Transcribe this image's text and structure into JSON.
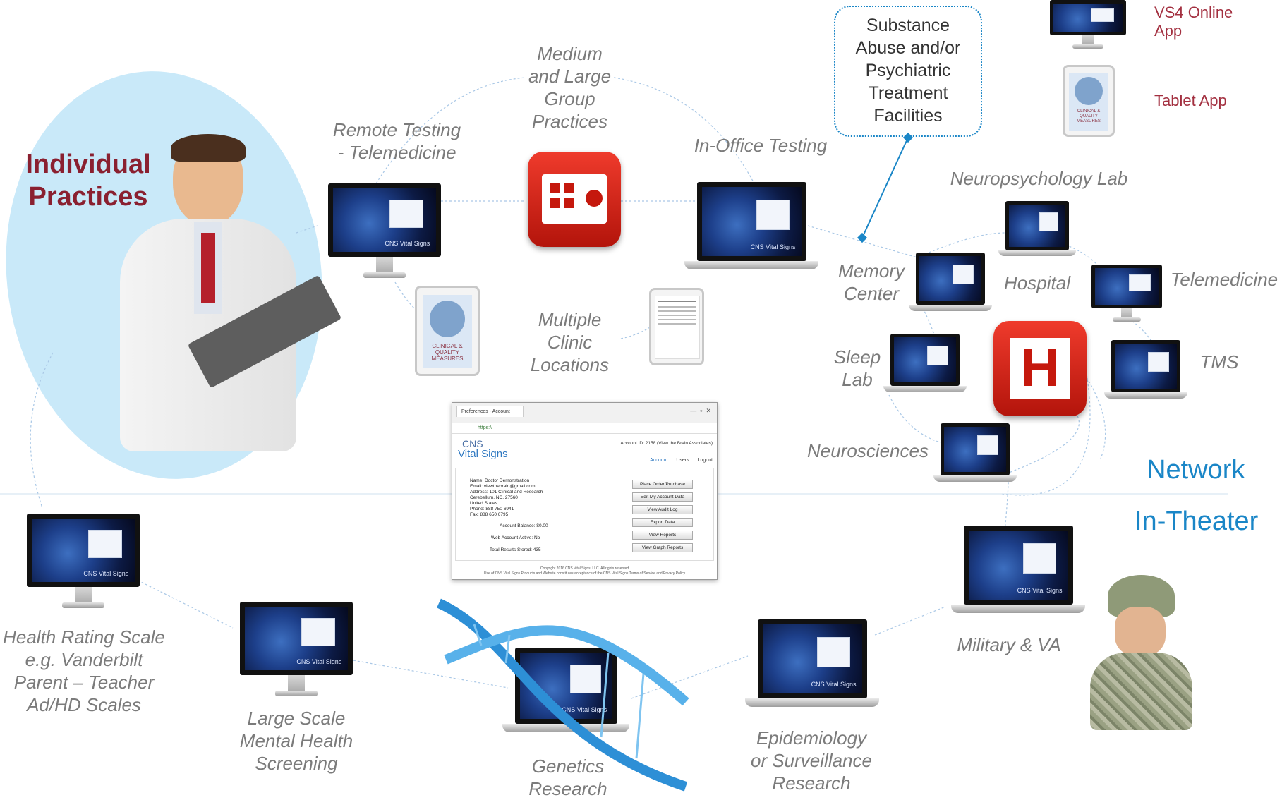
{
  "headers": {
    "individual": "Individual\nPractices",
    "network": "Network",
    "in_theater": "In-Theater"
  },
  "labels": {
    "medium_large": "Medium\nand Large\nGroup\nPractices",
    "remote": "Remote Testing\n- Telemedicine",
    "in_office": "In-Office Testing",
    "multiple_clinic": "Multiple\nClinic\nLocations",
    "substance": "Substance\nAbuse and/or\nPsychiatric\nTreatment\nFacilities",
    "neuropsych": "Neuropsychology Lab",
    "memory": "Memory\nCenter",
    "hospital": "Hospital",
    "telemedicine": "Telemedicine",
    "sleep": "Sleep\nLab",
    "tms": "TMS",
    "neurosciences": "Neurosciences",
    "health_rating": "Health Rating Scale\ne.g. Vanderbilt\nParent – Teacher\nAd/HD Scales",
    "large_scale": "Large Scale\nMental Health\nScreening",
    "genetics": "Genetics\nResearch",
    "epidemiology": "Epidemiology\nor Surveillance\nResearch",
    "military": "Military & VA"
  },
  "legend": {
    "online_app": "VS4 Online\nApp",
    "tablet_app": "Tablet App"
  },
  "screen_brand": "CNS\nVital Signs",
  "tablet_text": "CLINICAL &\nQUALITY\nMEASURES",
  "hospital_letter": "H",
  "browser": {
    "tab_title": "Preferences - Account",
    "url": "https://",
    "logo_top": "CNS",
    "logo_bottom": "Vital Signs",
    "account_id": "Account ID: 2158 (View the Brain Associates)",
    "nav": [
      "Account",
      "Users",
      "Logout"
    ],
    "details": "Name: Doctor Demonstration\nEmail: viewthebrain@gmail.com\nAddress: 101 Clinical and Research\nCerebellum, NC, 27560\nUnited States\nPhone: 888 750 6941\nFax: 888 650 6795",
    "balance": "Account Balance: $0.00",
    "active": "Web Account Active: No",
    "results": "Total Results Stored: 435",
    "buttons": [
      "Place Order/Purchase",
      "Edit My Account Data",
      "View Audit Log",
      "Export Data",
      "View Reports",
      "View Graph Reports"
    ],
    "footer": "Copyright 2016 CNS Vital Signs, LLC. All rights reserved\nUse of CNS Vital Signs Products and Website constitutes acceptance of the CNS Vital Signs Terms of Service and Privacy Policy"
  },
  "colors": {
    "individual_red": "#8a2030",
    "network_blue": "#1a86c7",
    "legend_red": "#a33040",
    "label_gray": "#7b7b7b",
    "bubble": "#c9e9f9"
  }
}
